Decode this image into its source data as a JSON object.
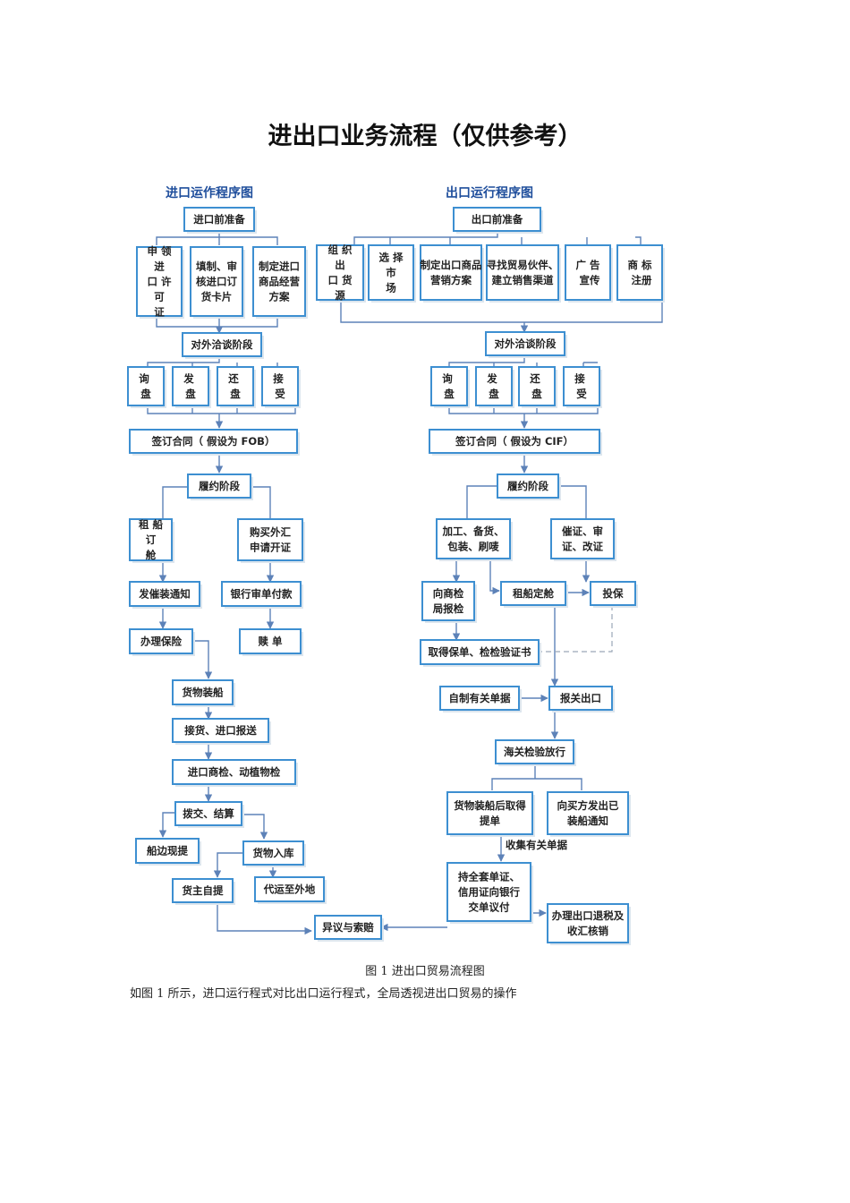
{
  "title": "进出口业务流程（仅供参考）",
  "caption": "图 1 进出口贸易流程图",
  "description": "如图 1 所示，进口运行程式对比出口运行程式，全局透视进出口贸易的操作",
  "import_flow": {
    "heading": "进口运作程序图",
    "prep": "进口前准备",
    "prep_items": [
      "申 领 进 口 许 可 证",
      "填制、审核进口订货卡片",
      "制定进口商品经营方案"
    ],
    "negotiation": "对外洽谈阶段",
    "negotiation_items": [
      "询 盘",
      "发 盘",
      "还 盘",
      "接 受"
    ],
    "contract": "签订合同（ 假设为 FOB）",
    "performance": "履约阶段",
    "left_branch": [
      "租 船 订 舱",
      "发催装通知",
      "办理保险"
    ],
    "right_branch": [
      "购买外汇申请开证",
      "银行审单付款",
      "赎 单"
    ],
    "main_steps": [
      "货物装船",
      "接货、进口报送",
      "进口商检、动植物检",
      "拨交、结算"
    ],
    "settle_left": "船边现提",
    "settle_right": "货物入库",
    "warehouse_left": "货主自提",
    "warehouse_right": "代运至外地",
    "final": "异议与索赔"
  },
  "export_flow": {
    "heading": "出口运行程序图",
    "prep": "出口前准备",
    "prep_items": [
      "组 织 出 口 货源",
      "选 择 市 场",
      "制定出口商品营销方案",
      "寻找贸易伙伴、建立销售渠道",
      "广 告 宣传",
      "商 标 注册"
    ],
    "negotiation": "对外洽谈阶段",
    "negotiation_items": [
      "询 盘",
      "发 盘",
      "还 盘",
      "接 受"
    ],
    "contract": "签订合同（ 假设为 CIF）",
    "performance": "履约阶段",
    "processing": "加工、备货、包装、刷唛",
    "lc": "催证、审证、改证",
    "inspection": "向商检局报检",
    "booking": "租船定舱",
    "insurance": "投保",
    "policy": "取得保单、检检验证书",
    "self_docs": "自制有关单据",
    "customs_decl": "报关出口",
    "customs_release": "海关检验放行",
    "bill_of_lading": "货物装船后取得提单",
    "shipping_notice": "向买方发出已装船通知",
    "collect_docs": "收集有关单据",
    "negotiate_bank": "持全套单证、信用证向银行交单议付",
    "tax_refund": "办理出口退税及收汇核销"
  },
  "colors": {
    "box_border": "#3d8fd1",
    "line": "#5d82b8",
    "heading": "#1f4e9c"
  }
}
